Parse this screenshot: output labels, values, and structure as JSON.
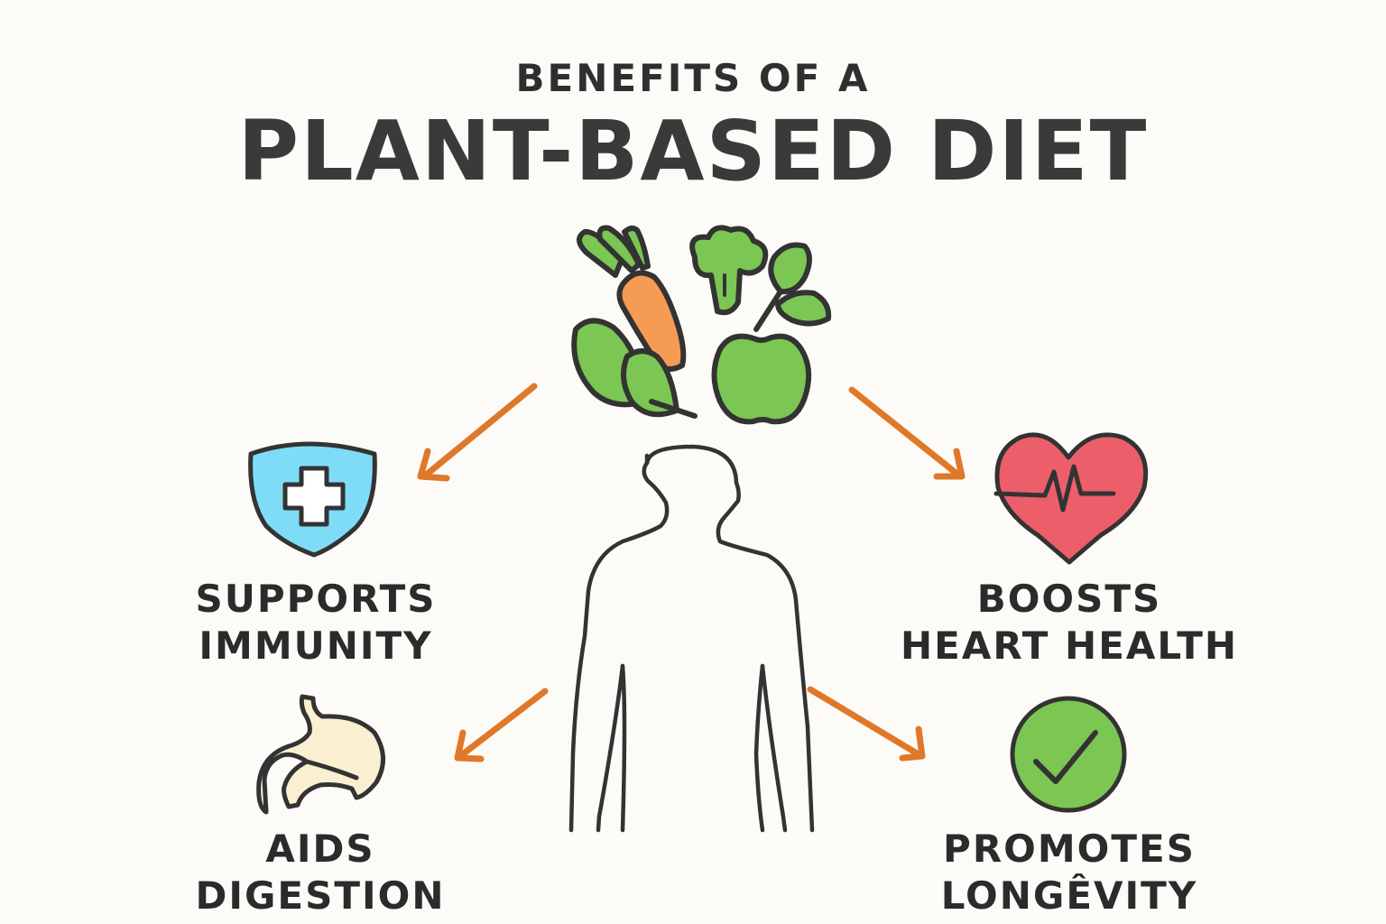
{
  "title": {
    "subtitle": "BENEFITS OF A",
    "main": "PLANT-BASED DIET"
  },
  "center": {
    "icon": "vegetables-cluster-icon",
    "components": [
      "carrot",
      "broccoli",
      "spinach-leaves",
      "apple-with-leaves"
    ],
    "figure": "human-silhouette-icon"
  },
  "benefits": [
    {
      "line1": "SUPPORTS",
      "line2": "IMMUNITY",
      "icon": "shield-cross-icon",
      "color": "#7fdcf7",
      "position": "top-left"
    },
    {
      "line1": "BOOSTS",
      "line2": "HEART HEALTH",
      "icon": "heart-pulse-icon",
      "color": "#ec5f6a",
      "position": "top-right"
    },
    {
      "line1": "AIDS",
      "line2": "DIGESTION",
      "icon": "stomach-icon",
      "color": "#fbefd2",
      "position": "bottom-left"
    },
    {
      "line1": "PROMOTES",
      "line2": "LONGÊVITY",
      "icon": "checkmark-circle-icon",
      "color": "#7cc653",
      "position": "bottom-right"
    }
  ],
  "colors": {
    "background": "#fcfbf7",
    "text": "#2e2e2e",
    "outline": "#333333",
    "arrow": "#e0782a",
    "veg_green": "#7cc653",
    "carrot_orange": "#f59b54"
  }
}
